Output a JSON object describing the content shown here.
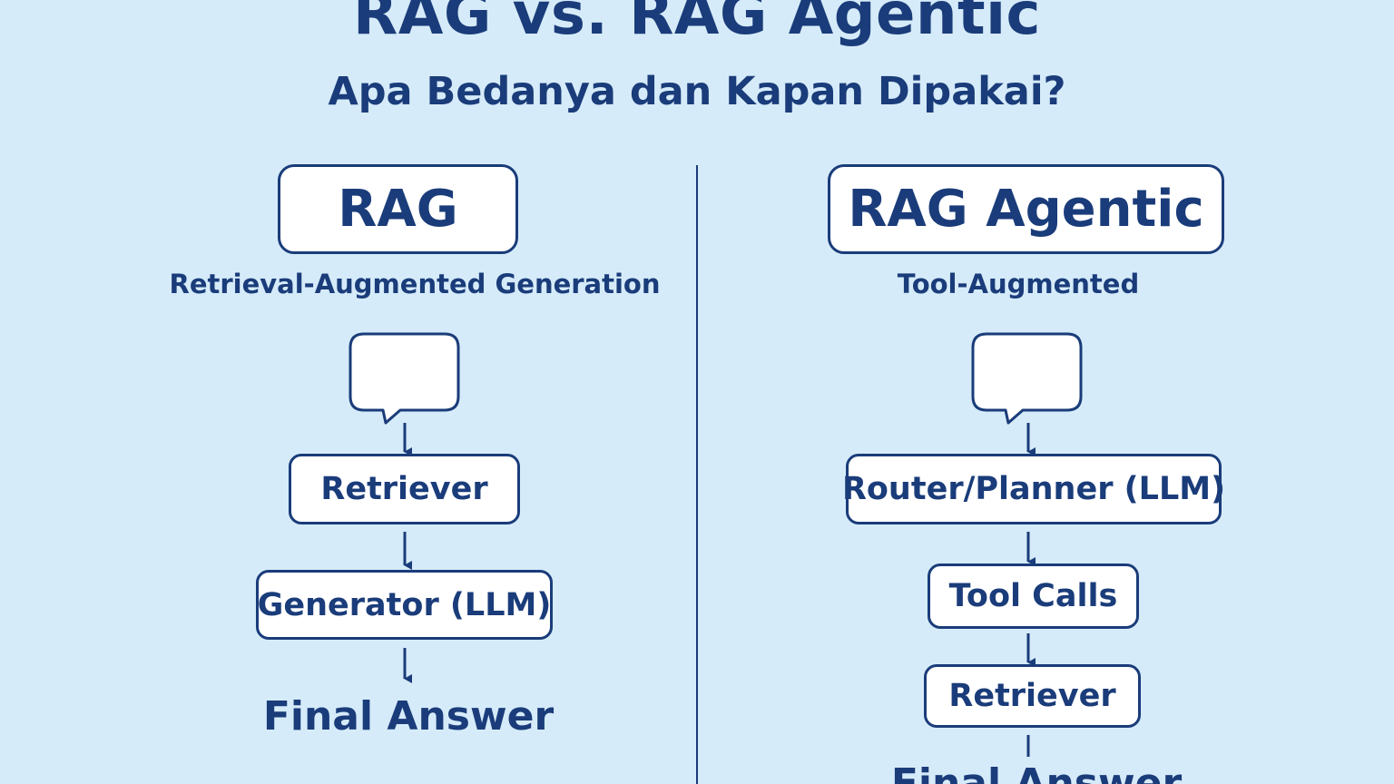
{
  "title": "RAG vs. RAG Agentic",
  "subtitle": "Apa Bedanya dan Kapan Dipakai?",
  "left": {
    "header": "RAG",
    "description": "Retrieval-Augmented Generation",
    "question_symbol": "?",
    "steps": [
      "Retriever",
      "Generator (LLM)"
    ],
    "final": "Final Answer"
  },
  "right": {
    "header": "RAG Agentic",
    "description": "Tool-Augmented",
    "question_symbol": "?",
    "steps": [
      "Router/Planner (LLM)",
      "Tool Calls",
      "Retriever"
    ],
    "final": "Final Answer"
  },
  "colors": {
    "background": "#d6ebf9",
    "accent": "#1a3c7a",
    "box_fill": "#ffffff"
  }
}
